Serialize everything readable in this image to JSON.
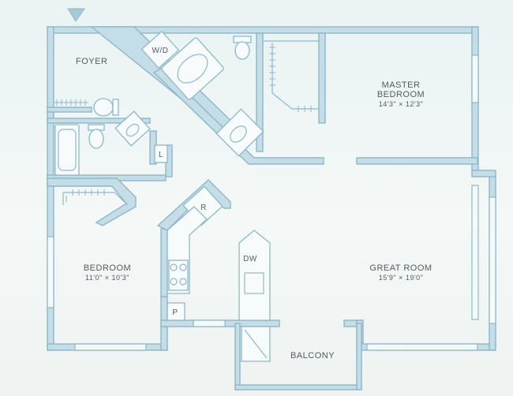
{
  "rooms": {
    "foyer": {
      "name": "FOYER"
    },
    "master_bedroom": {
      "name_line1": "MASTER",
      "name_line2": "BEDROOM",
      "dimensions": "14'3\" × 12'3\""
    },
    "bedroom": {
      "name": "BEDROOM",
      "dimensions": "11'0\" × 10'3\""
    },
    "great_room": {
      "name": "GREAT ROOM",
      "dimensions": "15'9\" × 19'0\""
    },
    "balcony": {
      "name": "BALCONY"
    }
  },
  "appliances": {
    "washer_dryer": "W/D",
    "linen": "L",
    "refrigerator": "R",
    "dishwasher": "DW",
    "pantry": "P"
  },
  "colors": {
    "wall": "#c4dde6",
    "wall_outline": "#8fb7c9",
    "text": "#4f5b66",
    "paper": "#eef4f4"
  }
}
